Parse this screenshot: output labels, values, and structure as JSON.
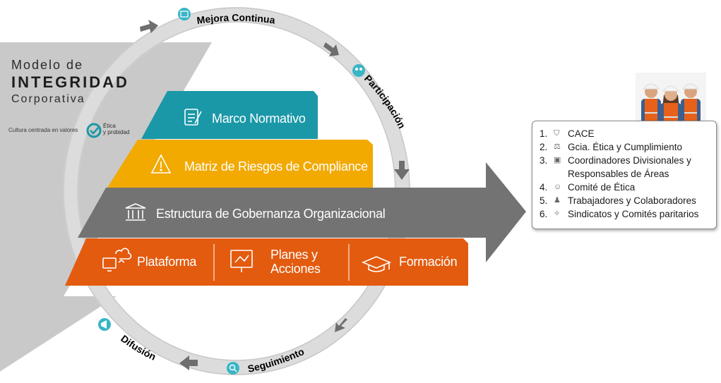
{
  "model": {
    "line1": "Modelo de",
    "line2": "INTEGRIDAD",
    "line3": "Corporativa",
    "tagline": "Cultura centrada en valores",
    "logo_text": "Ética\ny probidad"
  },
  "cycle": {
    "top": "Mejora Continua",
    "right": "Participación",
    "bottom": "Seguimiento",
    "left": "Difusión"
  },
  "bars": {
    "marco": "Marco Normativo",
    "matriz": "Matriz de Riesgos de Compliance",
    "estructura": "Estructura de Gobernanza Organizacional",
    "plataforma": "Plataforma",
    "planes_l1": "Planes  y",
    "planes_l2": "Acciones",
    "formacion": "Formación"
  },
  "list": [
    {
      "num": "1.",
      "icon": "shield-icon",
      "label": "CACE"
    },
    {
      "num": "2.",
      "icon": "scales-icon",
      "label": "Gcia. Ética y Cumplimiento"
    },
    {
      "num": "3.",
      "icon": "badge-icon",
      "label": "Coordinadores Divisionales y"
    },
    {
      "num": "",
      "icon": "",
      "label": "Responsables de Áreas"
    },
    {
      "num": "4.",
      "icon": "group-icon",
      "label": "Comité de Ética"
    },
    {
      "num": "5.",
      "icon": "workers-icon",
      "label": "Trabajadores y Colaboradores"
    },
    {
      "num": "6.",
      "icon": "handshake-icon",
      "label": "Sindicatos y Comités paritarios"
    }
  ],
  "colors": {
    "teal": "#1a98a8",
    "yellow": "#f2a900",
    "gray": "#7a7a7a",
    "orange": "#e35b0f",
    "ring": "#dedede",
    "panel": "#c9c9c9"
  }
}
